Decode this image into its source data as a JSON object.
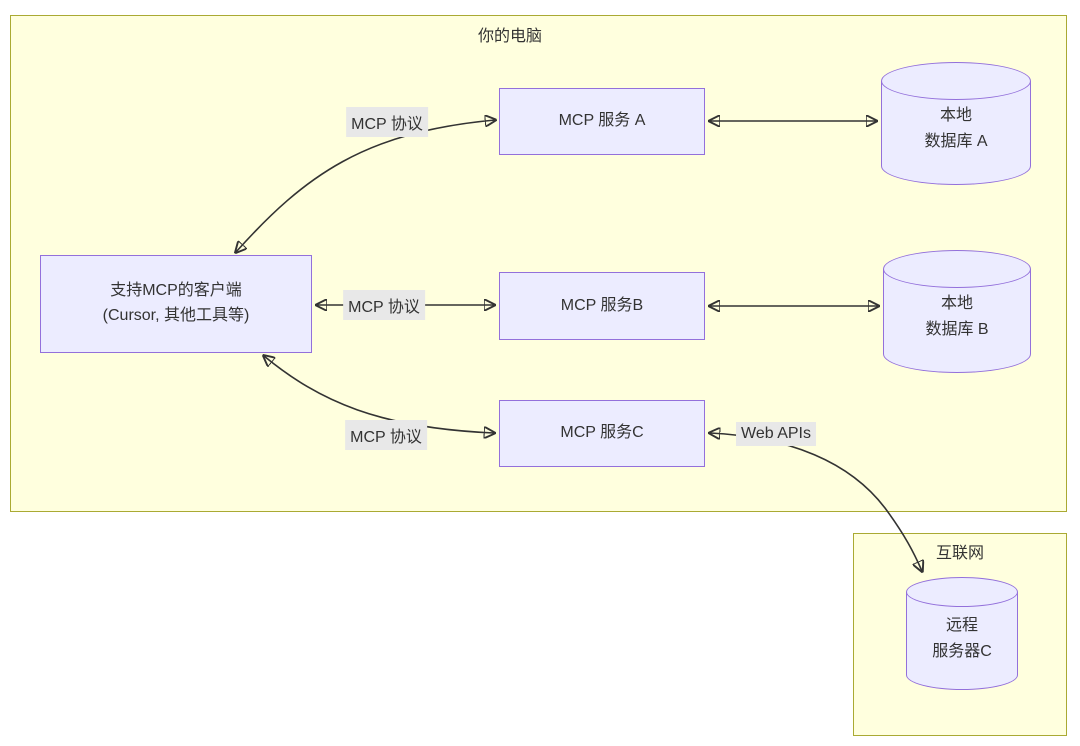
{
  "diagram": {
    "groups": {
      "computer": {
        "title": "你的电脑"
      },
      "internet": {
        "title": "互联网"
      }
    },
    "nodes": {
      "client": {
        "line1": "支持MCP的客户端",
        "line2": "(Cursor, 其他工具等)"
      },
      "server_a": {
        "label": "MCP 服务 A"
      },
      "server_b": {
        "label": "MCP 服务B"
      },
      "server_c": {
        "label": "MCP 服务C"
      },
      "db_a": {
        "line1": "本地",
        "line2": "数据库 A"
      },
      "db_b": {
        "line1": "本地",
        "line2": "数据库 B"
      },
      "remote_c": {
        "line1": "远程",
        "line2": "服务器C"
      }
    },
    "edge_labels": {
      "mcp_a": "MCP 协议",
      "mcp_b": "MCP 协议",
      "mcp_c": "MCP 协议",
      "web_apis": "Web APIs"
    },
    "colors": {
      "group_fill": "#ffffde",
      "group_border": "#aaaa33",
      "node_fill": "#ececff",
      "node_border": "#9370db",
      "edge_stroke": "#333333",
      "edge_label_bg": "#e8e8e8",
      "text": "#333333",
      "background": "#ffffff"
    }
  }
}
